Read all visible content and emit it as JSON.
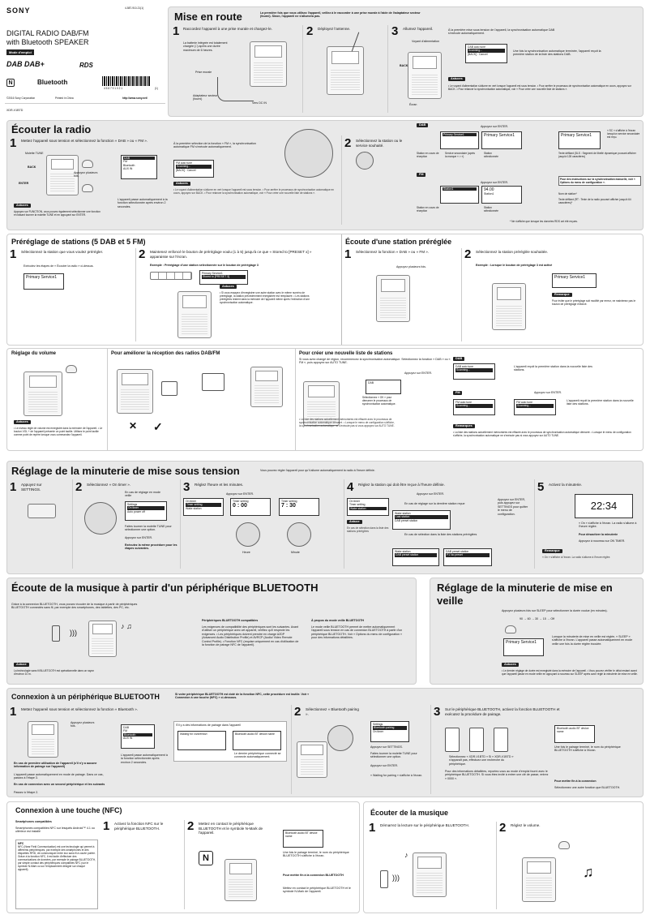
{
  "cover": {
    "partno": "4-587-910-21(1)",
    "brand": "SONY",
    "title_line1": "DIGITAL RADIO DAB/FM",
    "title_line2": "with Bluetooth SPEAKER",
    "mode_label": "Mode d'emploi",
    "logo_dab": "DAB DAB+",
    "logo_rds": "RDS",
    "logo_bluetooth": "Bluetooth",
    "copyright": "©2016 Sony Corporation",
    "printed": "Printed in China",
    "url": "http://www.sony.net/",
    "model": "XDR-V1BTD",
    "barcode_num": "4 5 8 7 9 1 0 2 1",
    "barcode_suffix": "(1)"
  },
  "setup": {
    "title": "Mise en route",
    "intro": "La première fois que vous utilisez l'appareil, veillez à le raccorder à une prise murale à l'aide de l'adaptateur secteur (fourni). Sinon, l'appareil ne s'allumera pas.",
    "step1": {
      "num": "1",
      "text": "Raccordez l'appareil à une prise murale et chargez-le.",
      "battery": "La batterie intégrée est totalement chargée (□) après une durée maximum de 6 heures.",
      "wall": "Prise murale",
      "adapter": "Adaptateur secteur (fourni)",
      "dcin": "Vers DC IN"
    },
    "step2": {
      "num": "2",
      "text": "Déployez l'antenne."
    },
    "step3": {
      "num": "3",
      "text": "Allumez l'appareil.",
      "power_label": "Voyant d'alimentation",
      "back": "BACK",
      "screen": "Écran",
      "note": "À la première mise sous tension de l'appareil, la synchronisation automatique DAB s'exécute automatiquement.",
      "lcd1": "DAB auto tune",
      "lcd2": "Scanning...",
      "lcd3": "[BACK] : Cancel",
      "result": "Une fois la synchronisation automatique terminée, l'appareil reçoit la première station de la liste des stations DAB."
    },
    "tips_tag": "Astuces",
    "tips": "• Le voyant d'alimentation s'allume en vert lorsque l'appareil est sous tension. • Pour arrêter le processus de synchronisation automatique en cours, appuyez sur BACK. • Pour relancer la synchronisation automatique, voir « Pour créer une nouvelle liste de stations »."
  },
  "listen": {
    "title": "Écouter la radio",
    "step1": "Mettez l'appareil sous tension et sélectionnez la fonction « DAB » ou « FM ».",
    "tune_label": "Molette TUNE",
    "back": "BACK",
    "enter": "ENTER",
    "press_many": "Appuyez plusieurs fois.",
    "menu": [
      "DAB",
      "FM",
      "Bluetooth",
      "AUX IN"
    ],
    "auto_switch": "L'appareil passe automatiquement à la fonction sélectionnée après environ 2 secondes.",
    "first_fm": "À la première sélection de la fonction « FM », la synchronisation automatique FM s'exécute automatiquement.",
    "fm_lcd": [
      "FM auto tune",
      "Scanning...",
      "[BACK] : Cancel"
    ],
    "tips_tag": "Astuces",
    "tips_text": "Appuyez sur FUNCTION, vous pouvez également sélectionner une fonction en faisant tourner la molette TUNE et en appuyant sur ENTER.",
    "step2": "Sélectionnez la station ou le service souhaité.",
    "dab_tag": "DAB",
    "fm_tag": "FM",
    "press_enter": "Appuyez sur ENTER.",
    "primary_service": "Primary Service1",
    "station_recv": "Station en cours de réception",
    "secondary": "Service secondaire (après la marque « > »)",
    "station_sel": "Station sélectionnée",
    "sc_note": "« SC » s'affiche à l'écran lorsqu'un service secondaire est reçu.",
    "scroll_text": "Texte défilant (DLS : Segment de libellé dynamique pouvant afficher jusqu'à 128 caractères)",
    "fm_note": "Pour des instructions sur la synchronisation manuelle, voir « Options du menu de configuration ».",
    "station_name": "Nom de station*",
    "rt_note": "Texte défilant (RT : Texte de la radio pouvant afficher jusqu'à 64 caractères)*",
    "rds_note": "* Ne s'affiche que lorsque les données RDS ont été reçues.",
    "fm_freq": "94.00",
    "fm_station": "Station1"
  },
  "preset": {
    "title": "Préréglage de stations (5 DAB et 5 FM)",
    "step1": "Sélectionnez la station que vous voulez prérégler.",
    "step1b": "Exécutez les étapes de « Écouter la radio » ci-dessus.",
    "step2": "Maintenez enfoncé le bouton de préréglage voulu (1 à 5) jusqu'à ce que « Stored to [PRESET x] » apparaisse sur l'écran.",
    "example": "Exemple : Préréglage d'une station sélectionnée sur le bouton de préréglage 3",
    "stored": "Stored to [PRESET 3]",
    "tips_tag": "Astuces",
    "tips": "• Si vous essayez d'enregistrer une autre station avec le même numéro de préréglage, la station précédemment enregistrée est remplacée. • Les stations préréglées restent dans la mémoire de l'appareil même après l'extinction d'une synchronisation automatique.",
    "listen_title": "Écoute d'une station préréglée",
    "listen_step1": "Sélectionnez la fonction « DAB » ou « FM ».",
    "listen_step2": "Sélectionnez la station préréglée souhaitée.",
    "listen_example": "Exemple : Lorsque le bouton de préréglage 3 est activé",
    "press_many": "Appuyez plusieurs fois.",
    "remarque_tag": "Remarque",
    "remarque": "Pour éviter que le préréglage soit modifié par erreur, ne maintenez pas le bouton de préréglage enfoncé."
  },
  "volume": {
    "title": "Réglage du volume",
    "tips_tag": "Astuces",
    "tips": "• Le niveau réglé de volume est enregistré dans la mémoire de l'appareil. • Le bouton VOL + de l'appareil présente un point tactile. Utilisez le point tactile comme point de repère lorsque vous commandez l'appareil."
  },
  "reception": {
    "title": "Pour améliorer la réception des radios DAB/FM"
  },
  "newlist": {
    "title": "Pour créer une nouvelle liste de stations",
    "intro": "Si vous avez changé de région, recommencez la synchronisation automatique. Sélectionnez la fonction « DAB » ou « FM », puis appuyez sur AUTO TUNE.",
    "press_enter": "Appuyez sur ENTER.",
    "cancel_note": "Sélectionnez « OK » pour démarrer le processus de synchronisation automatique.",
    "dab_tag": "DAB",
    "fm_tag": "FM",
    "dab_result": "L'appareil reçoit la première station dans la nouvelle liste des stations.",
    "fm_result": "L'appareil reçoit la première station dans la nouvelle liste des stations.",
    "remarques_tag": "Remarques",
    "remarques": "• La liste des stations actuellement mémorisées est effacée avec le processus de synchronisation automatique démarré. • Lorsque le menu de configuration s'affiche, la synchronisation automatique ne s'exécute pas si vous appuyez sur AUTO TUNE."
  },
  "timer": {
    "title": "Réglage de la minuterie de mise sous tension",
    "intro": "Vous pouvez régler l'appareil pour qu'il allume automatiquement la radio à l'heure définie.",
    "s1": "Appuyez sur SETTINGS.",
    "s2": "Sélectionnez « On timer ».",
    "s2b": "En cas de réglage en mode veille",
    "s2c": "Faites tourner la molette TUNE pour sélectionner une option.",
    "s2d": "Appuyez sur ENTER.",
    "s2e": "Exécutez la même procédure pour les étapes suivantes.",
    "s3": "Réglez l'heure et les minutes.",
    "hour": "Heure",
    "minute": "Minute",
    "s4": "Réglez la station qui doit être reçue à l'heure définie.",
    "s4b": "En cas de réglage sur la dernière station reçue",
    "s4c": "En cas de sélection dans la liste des stations préréglées",
    "s5": "Activez la minuterie.",
    "s5b": "« On » s'affiche à l'écran. La radio s'allume à l'heure réglée.",
    "s5c": "Pour désactiver la minuterie",
    "s5d": "Appuyez à nouveau sur ON TIMER.",
    "time": "22:34",
    "press_enter": "Appuyez sur ENTER.",
    "exit_note": "Appuyez sur ENTER, puis appuyez sur SETTINGS pour quitter le menu de configuration."
  },
  "bt": {
    "title": "Écoute de la musique à partir d'un périphérique BLUETOOTH",
    "intro": "Grâce à la connexion BLUETOOTH, vous pouvez écouter de la musique à partir de périphériques BLUETOOTH connectés sans fil, par exemple des smartphones, des tablettes, des PC, etc.",
    "compat_title": "Périphériques BLUETOOTH compatibles",
    "compat": "Les exigences de compatibilité des périphériques sont les suivantes. Avant d'utiliser un périphérique avec cet appareil, vérifiez qu'il respecte les exigences. • Les périphériques doivent prendre en charge A2DP (Advanced Audio Distribution Profile) et AVRCP (Audio/ Video Remote Control Profile). • Fonction NFC (requise uniquement en cas d'utilisation de la fonction de pairage NFC de l'appareil).",
    "mode_title": "À propos du mode veille BLUETOOTH",
    "mode": "Le mode veille BLUETOOTH permet de mettre automatiquement l'appareil sous tension en cas de connexion BLUETOOTH à partir d'un périphérique BLUETOOTH. Voir « Options du menu de configuration » pour des informations détaillées.",
    "tips_tag": "Astuce",
    "tips": "La technologie sans fil BLUETOOTH est opérationnelle dans un rayon d'environ 10 m."
  },
  "sleep": {
    "title": "Réglage de la minuterie de mise en veille",
    "text": "Appuyez plusieurs fois sur SLEEP pour sélectionner la durée voulue (en minutes).",
    "cycle": "90 → 60 → 30 → 15 → Off",
    "desc": "Lorsque la minuterie de mise en veille est réglée, « SLEEP » s'affiche à l'écran. L'appareil passe automatiquement en mode veille une fois la durée réglée écoulée.",
    "tips_tag": "Astuces",
    "tips": "• Le dernier réglage de durée est enregistré dans la mémoire de l'appareil. • Vous pouvez vérifier le délai restant avant que l'appareil passe en mode veille en appuyant à nouveau sur SLEEP après avoir réglé la minuterie de mise en veille."
  },
  "btconn": {
    "title": "Connexion à un périphérique BLUETOOTH",
    "nfc_note": "Si votre périphérique BLUETOOTH est doté de la fonction NFC, cette procédure est inutile. Voir « Connexion à une touche (NFC) » ci-dessous.",
    "s1": "Mettez l'appareil sous tension et sélectionnez la fonction « Bluetooth ».",
    "press_many": "Appuyez plusieurs fois.",
    "auto": "L'appareil passe automatiquement à la fonction sélectionnée après environ 2 secondes.",
    "first_use": "En cas de première utilisation de l'appareil (s'il n'y a aucune information de pairage sur l'appareil)",
    "first_use_b": "L'appareil passe automatiquement en mode de pairage. Dans ce cas, passez à l'étape 3.",
    "second": "En cas de connexion avec un second périphérique et les suivants",
    "second_b": "Passez à l'étape 2.",
    "pairing_info": "S'il y a des informations de pairage dans l'appareil",
    "waiting": "Waiting for connection",
    "last_dev": "Le dernier périphérique connecté se connecte automatiquement.",
    "s2": "Sélectionnez « Bluetooth pairing ».",
    "s2a": "Appuyez sur SETTINGS.",
    "s2b": "Faites tourner la molette TUNE pour sélectionner une option.",
    "s2c": "Appuyez sur ENTER.",
    "s2d": "« Waiting for pairing » s'affiche à l'écran.",
    "s3": "Sur le périphérique BLUETOOTH, activez la fonction BLUETOOTH et exécutez la procédure de pairage.",
    "s3b": "Sélectionnez « XDR-V1BTD » Si « XDR-V1BTD » n'apparaît pas, effectuez une recherche du périphérique.",
    "s3c": "Pour des informations détaillées, reportez-vous au mode d'emploi fourni avec le périphérique BLUETOOTH. Si vous êtes invité à entrer une clé de passe, entrez « 0000 ».",
    "s3d": "Une fois le pairage terminé, le nom du périphérique BLUETOOTH s'affiche à l'écran.",
    "end_title": "Pour mettre fin à la connexion",
    "end": "Sélectionnez une autre fonction que BLUETOOTH.",
    "device_name": "Bluetooth audio BT device name"
  },
  "nfc": {
    "title": "Connexion à une touche (NFC)",
    "compat_title": "Smartphones compatibles",
    "compat": "Smartphones compatibles NFC sur lesquels Android™ 4.1 ou ultérieur est installé",
    "nfc_box_title": "NFC",
    "nfc_box": "NFC (Near Field Communication) est une technologie qui permet à différents périphériques, par exemple des smartphones et des étiquettes RFID, de communiquer entre eux sans fil à courte portée. Grâce à la fonction NFC, il est facile d'effectuer des communications de données, par exemple le pairage BLUETOOTH, par simple contact des périphériques compatibles NFC (sur le symbole N-Mark ou sur l'emplacement désigné sur chaque appareil).",
    "s1": "Activez la fonction NFC sur le périphérique BLUETOOTH.",
    "s2": "Mettez en contact le périphérique BLUETOOTH et le symbole N-Mark de l'appareil.",
    "s2b": "Une fois le pairage terminé, le nom du périphérique BLUETOOTH s'affiche à l'écran.",
    "end_title": "Pour mettre fin à la connexion BLUETOOTH",
    "end": "Mettez en contact le périphérique BLUETOOTH et le symbole N-Mark de l'appareil."
  },
  "music": {
    "title": "Écouter de la musique",
    "s1": "Démarrez la lecture sur le périphérique BLUETOOTH.",
    "s2": "Réglez le volume."
  }
}
